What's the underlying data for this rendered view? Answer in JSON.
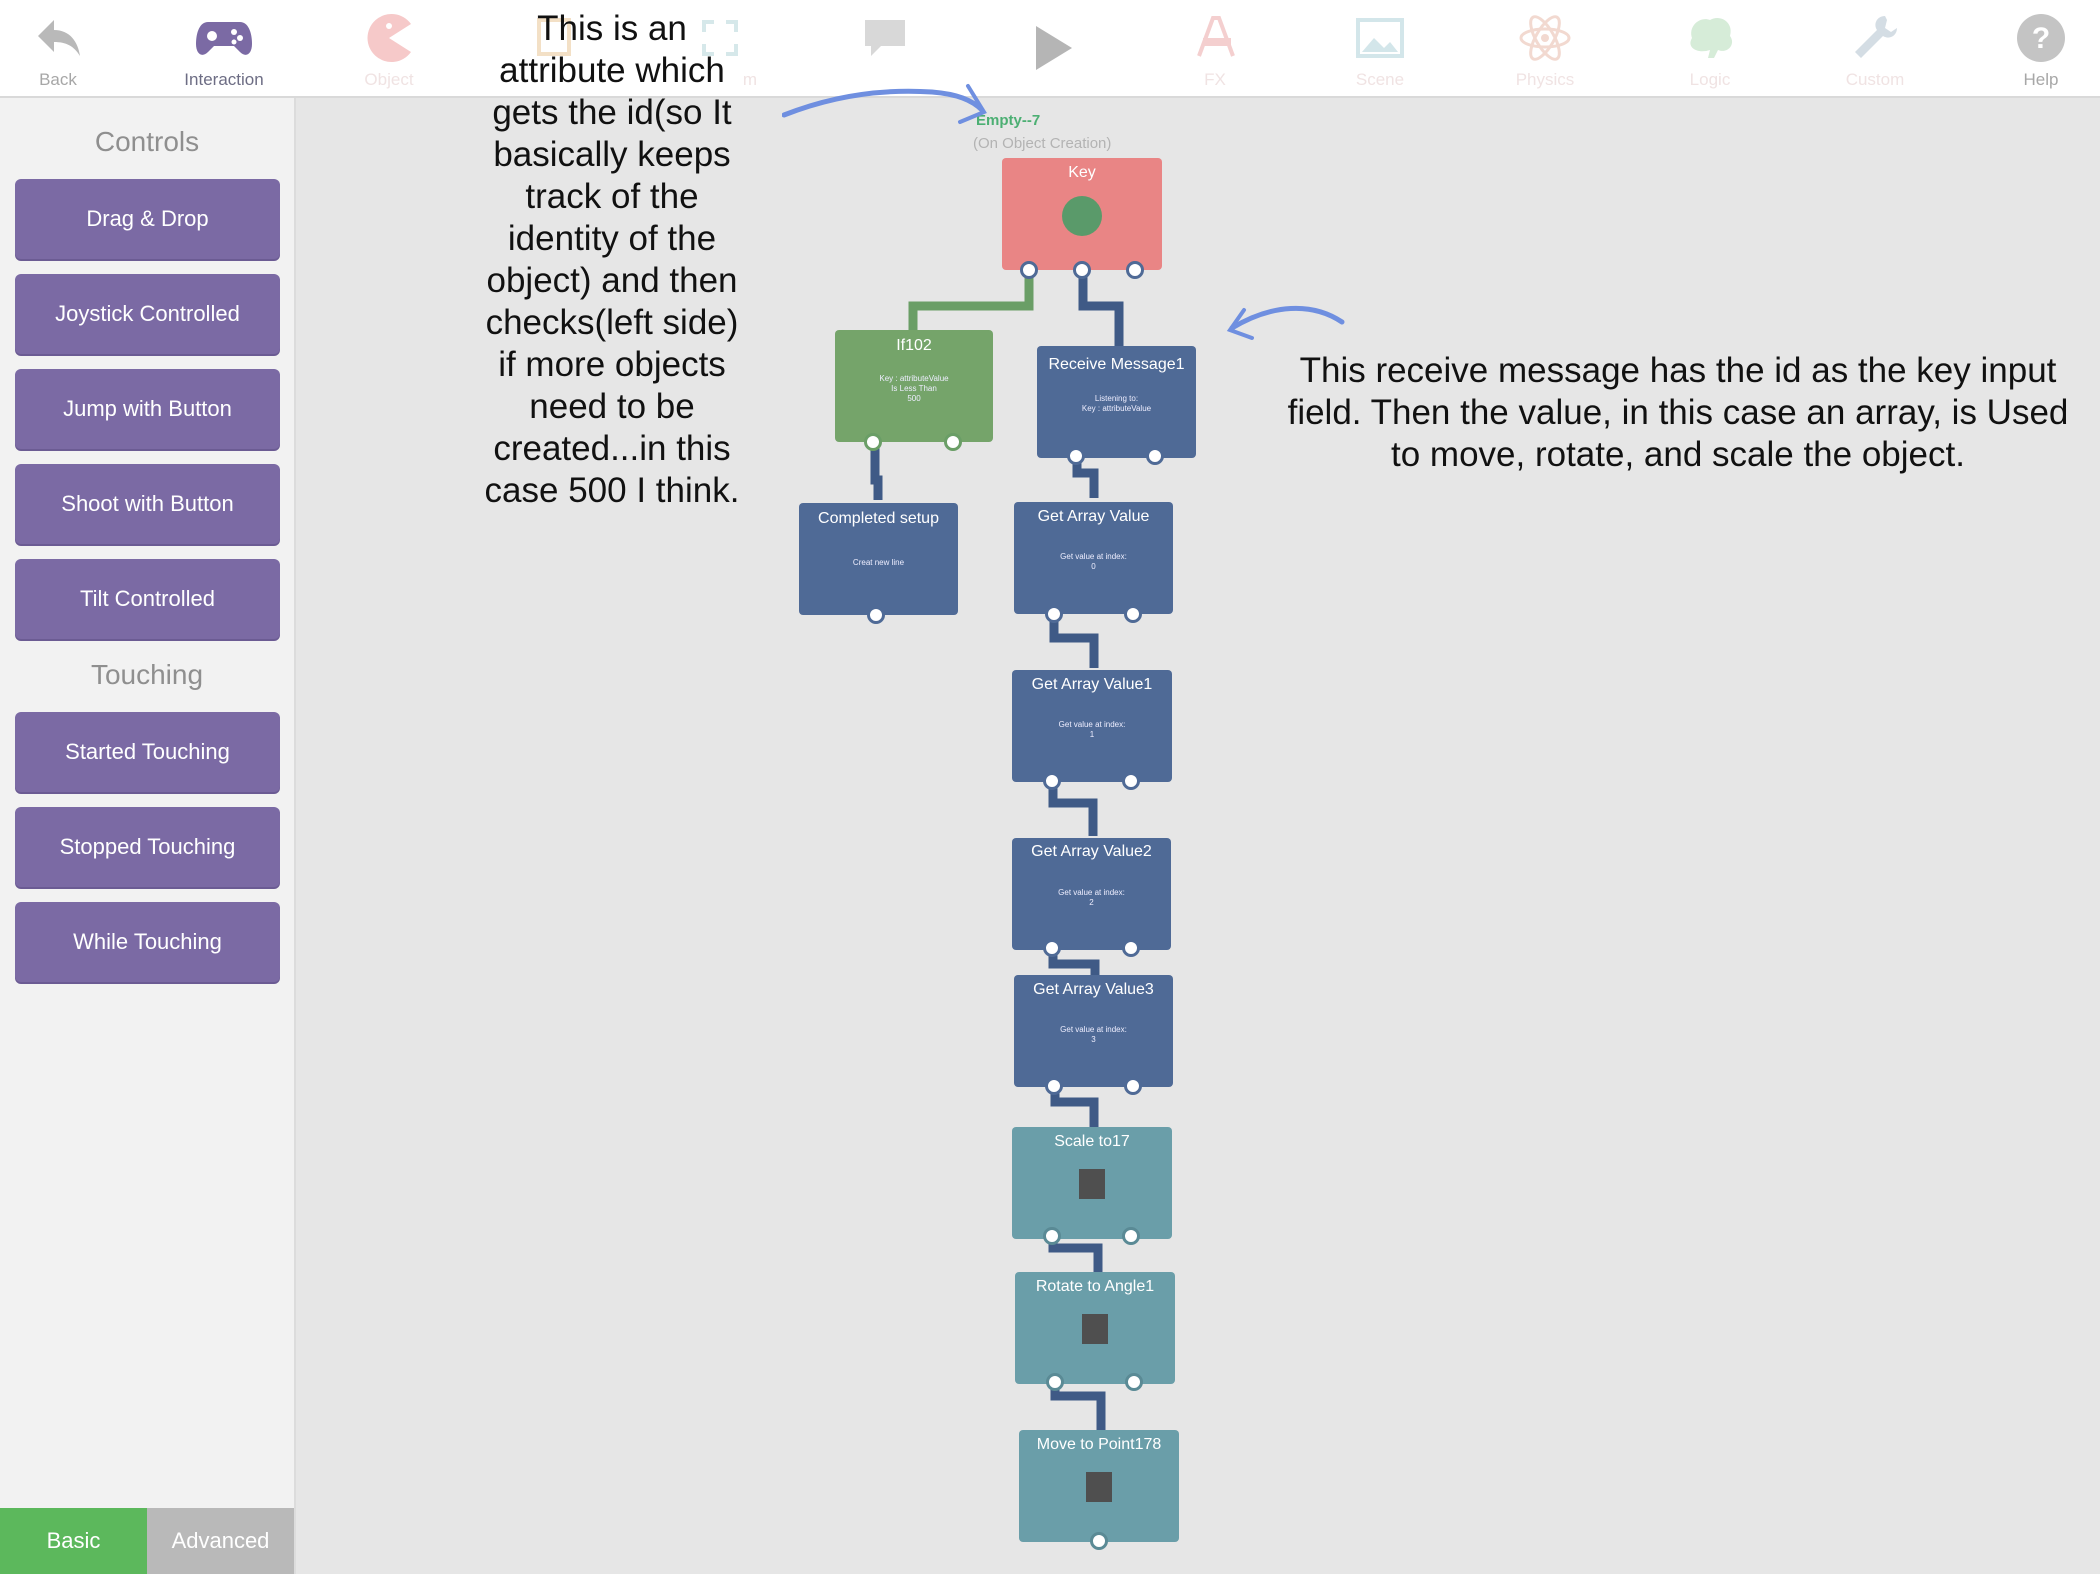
{
  "toolbar": {
    "items": [
      {
        "label": "Back",
        "icon": "back-arrow-icon"
      },
      {
        "label": "Interaction",
        "icon": "gamepad-icon"
      },
      {
        "label": "Object",
        "icon": "pacman-icon"
      },
      {
        "label": "",
        "icon": "square-icon"
      },
      {
        "label": "m",
        "icon": "expand-icon"
      },
      {
        "label": "",
        "icon": "speech-bubble-icon"
      },
      {
        "label": "",
        "icon": "play-icon"
      },
      {
        "label": "FX",
        "icon": "fx-icon"
      },
      {
        "label": "Scene",
        "icon": "image-icon"
      },
      {
        "label": "Physics",
        "icon": "atom-icon"
      },
      {
        "label": "Logic",
        "icon": "brain-icon"
      },
      {
        "label": "Custom",
        "icon": "wrench-icon"
      },
      {
        "label": "Help",
        "icon": "help-icon"
      }
    ]
  },
  "sidebar": {
    "controls_heading": "Controls",
    "controls": [
      "Drag & Drop",
      "Joystick Controlled",
      "Jump with Button",
      "Shoot with Button",
      "Tilt Controlled"
    ],
    "touching_heading": "Touching",
    "touching": [
      "Started Touching",
      "Stopped Touching",
      "While Touching"
    ],
    "modes": {
      "basic": "Basic",
      "advanced": "Advanced"
    }
  },
  "canvas": {
    "object_name": "Empty--7",
    "object_event": "(On Object Creation)",
    "nodes": {
      "key": {
        "title": "Key"
      },
      "if": {
        "title": "If102",
        "sub1": "Key : attributeValue",
        "sub2": "Is Less Than",
        "sub3": "500"
      },
      "receive": {
        "title": "Receive Message1",
        "sub1": "Listening to:",
        "sub2": "Key : attributeValue"
      },
      "completed": {
        "title": "Completed setup",
        "sub1": "Creat new line"
      },
      "arr0": {
        "title": "Get Array Value",
        "sub1": "Get value at index:",
        "sub2": "0"
      },
      "arr1": {
        "title": "Get Array Value1",
        "sub1": "Get value at index:",
        "sub2": "1"
      },
      "arr2": {
        "title": "Get Array Value2",
        "sub1": "Get value at index:",
        "sub2": "2"
      },
      "arr3": {
        "title": "Get Array Value3",
        "sub1": "Get value at index:",
        "sub2": "3"
      },
      "scale": {
        "title": "Scale to17"
      },
      "rotate": {
        "title": "Rotate to Angle1"
      },
      "move": {
        "title": "Move to Point178"
      }
    },
    "annotation_left": "This is an attribute which gets the id(so It basically keeps track of the identity of the object) and then checks(left side) if more objects need to be created...in this case 500 I think.",
    "annotation_right": "This receive message has the id as the key input field. Then the value, in this case an array, is Used to move, rotate, and scale the object."
  },
  "colors": {
    "sidebar_button": "#7b6aa4",
    "basic_active": "#5cb85c",
    "advanced_inactive": "#b9b9b9",
    "node_blue": "#4f6a96",
    "node_green": "#75a46a",
    "node_red": "#e98585",
    "node_teal": "#6a9ea9"
  }
}
